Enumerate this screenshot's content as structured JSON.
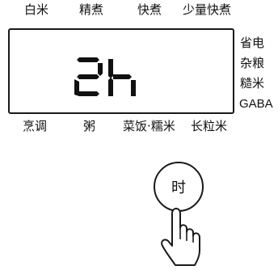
{
  "top_modes": [
    "白米",
    "精煮",
    "快煮",
    "少量快煮"
  ],
  "side_modes": [
    "省电",
    "杂粮",
    "糙米",
    "GABA"
  ],
  "bottom_modes": [
    "烹调",
    "粥",
    "菜饭·糯米",
    "长粒米"
  ],
  "display": {
    "text": "2h"
  },
  "button": {
    "label": "时"
  }
}
